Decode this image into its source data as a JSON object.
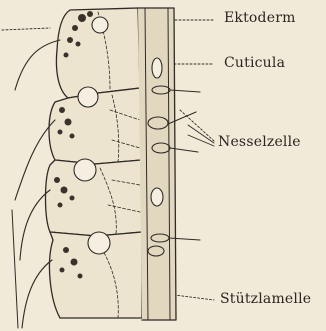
{
  "labels": {
    "ektoderm": "Ektoderm",
    "cuticula": "Cuticula",
    "nesselzelle": "Nesselzelle",
    "stuetzlamelle": "Stützlamelle"
  },
  "colors": {
    "paper": "#f1ead8",
    "ink": "#2f2a26",
    "cell_fill": "#ece4cf",
    "lamella_fill": "#e2d8c0"
  }
}
